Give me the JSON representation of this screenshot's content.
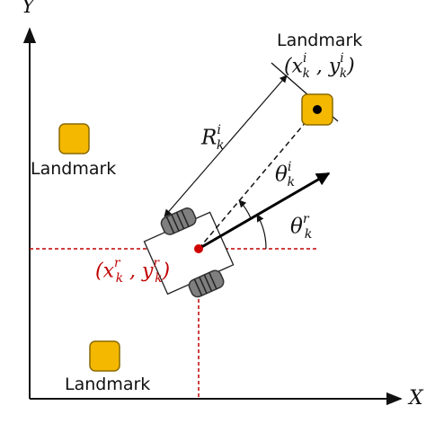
{
  "axes": {
    "x_label": "X",
    "y_label": "Y"
  },
  "landmarks": [
    {
      "label": "Landmark"
    },
    {
      "label": "Landmark"
    },
    {
      "label": "Landmark"
    }
  ],
  "symbols": {
    "landmark_pos": {
      "open": "(",
      "x": "x",
      "x_sub": "k",
      "x_sup": "i",
      "sep": " , ",
      "y": "y",
      "y_sub": "k",
      "y_sup": "i",
      "close": ")"
    },
    "robot_pos": {
      "open": "(",
      "x": "x",
      "x_sub": "k",
      "x_sup": "r",
      "sep": " , ",
      "y": "y",
      "y_sub": "k",
      "y_sup": "r",
      "close": ")"
    },
    "range": {
      "base": "R",
      "sub": "k",
      "sup": "i"
    },
    "bearing": {
      "base": "θ",
      "sub": "k",
      "sup": "i"
    },
    "heading": {
      "base": "θ",
      "sub": "k",
      "sup": "r"
    }
  },
  "colors": {
    "landmark_fill": "#f5b800",
    "landmark_stroke": "#8a6a00",
    "robot_marker": "#d00000",
    "reference_line": "#c00000",
    "wheel_fill": "#7f7f7f",
    "wheel_stroke": "#333333",
    "axis": "#111111",
    "heading_arrow": "#000000"
  }
}
